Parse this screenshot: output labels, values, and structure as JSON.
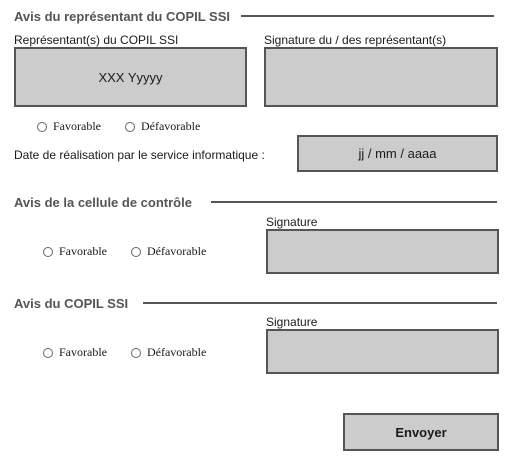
{
  "sections": {
    "representative": {
      "title": "Avis du représentant du COPIL SSI",
      "rep_label": "Représentant(s) du COPIL SSI",
      "rep_value": "XXX Yyyyy",
      "signature_label": "Signature du / des représentant(s)",
      "radio_favorable": "Favorable",
      "radio_defavorable": "Défavorable",
      "date_label": "Date de réalisation par le service informatique :",
      "date_value": "jj / mm / aaaa"
    },
    "control_cell": {
      "title": "Avis de la cellule de contrôle",
      "signature_label": "Signature",
      "radio_favorable": "Favorable",
      "radio_defavorable": "Défavorable"
    },
    "copil": {
      "title": "Avis du COPIL SSI",
      "signature_label": "Signature",
      "radio_favorable": "Favorable",
      "radio_defavorable": "Défavorable"
    }
  },
  "submit_label": "Envoyer",
  "colors": {
    "box_fill": "#cccccc",
    "border": "#555555",
    "heading": "#555555"
  }
}
